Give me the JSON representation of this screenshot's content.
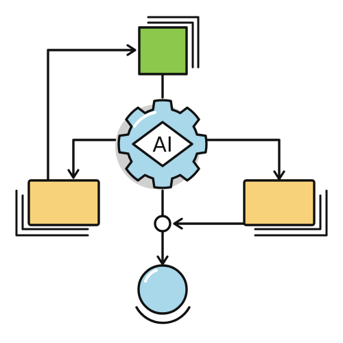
{
  "diagram": {
    "ai_label": "AI",
    "nodes": [
      {
        "id": "top-box",
        "shape": "square",
        "color": "#8CC84B"
      },
      {
        "id": "left-box",
        "shape": "rectangle",
        "color": "#F7D27A"
      },
      {
        "id": "right-box",
        "shape": "rectangle",
        "color": "#F7D27A"
      },
      {
        "id": "ai-gear",
        "shape": "gear",
        "color": "#A8D8EA",
        "label_shape": "diamond"
      },
      {
        "id": "merge-node",
        "shape": "small-circle",
        "color": "#FFFFFF"
      },
      {
        "id": "end-node",
        "shape": "circle",
        "color": "#A8D8EA"
      }
    ],
    "edges": [
      {
        "from": "top-box",
        "to": "ai-gear",
        "arrow": false
      },
      {
        "from": "ai-gear",
        "to": "left-box",
        "arrow": true
      },
      {
        "from": "ai-gear",
        "to": "right-box",
        "arrow": true
      },
      {
        "from": "left-box",
        "to": "top-box",
        "arrow": true
      },
      {
        "from": "ai-gear",
        "to": "merge-node",
        "arrow": false
      },
      {
        "from": "right-box",
        "to": "merge-node",
        "arrow": true
      },
      {
        "from": "merge-node",
        "to": "end-node",
        "arrow": true
      }
    ],
    "colors": {
      "stroke": "#111111",
      "green": "#8CC84B",
      "yellow": "#F7D27A",
      "blue": "#A8D8EA",
      "shadow": "#D0D0D0"
    }
  }
}
